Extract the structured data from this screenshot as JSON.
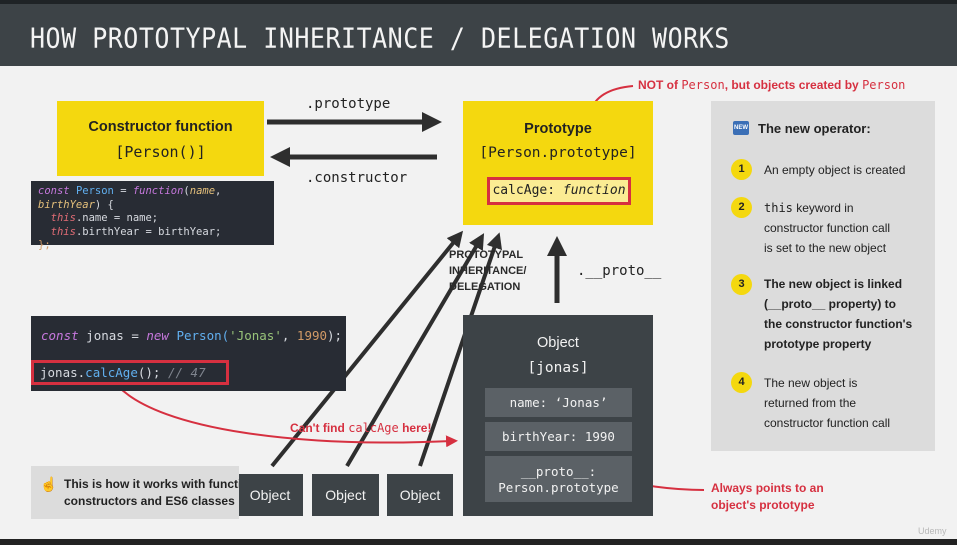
{
  "header": {
    "title": "HOW PROTOTYPAL INHERITANCE / DELEGATION WORKS"
  },
  "constructor_box": {
    "title": "Constructor function",
    "subtitle": "[Person()]"
  },
  "code_constructor": {
    "line1": {
      "kw": "const",
      "name": "Person",
      "eq": " = ",
      "fn": "function",
      "open": "(",
      "p1": "name",
      "comma": ", ",
      "p2": "birthYear",
      "close": ") {"
    },
    "line2": {
      "this": "this",
      "rest": ".name = name;"
    },
    "line3": {
      "this": "this",
      "rest": ".birthYear = birthYear;"
    },
    "line4": "};"
  },
  "arrows": {
    "prototype_label": ".prototype",
    "constructor_label": ".constructor",
    "proto_label": ".__proto__"
  },
  "prototype_box": {
    "title": "Prototype",
    "subtitle": "[Person.prototype]",
    "method": "calcAge:",
    "method_type": " function"
  },
  "note_top": {
    "part1": "NOT of ",
    "code1": "Person",
    "part2": ", but objects created by ",
    "code2": "Person"
  },
  "inheritance_label": {
    "line1": "PROTOTYPAL",
    "line2": "INHERITANCE/",
    "line3": "DELEGATION"
  },
  "code_instance": {
    "line1": {
      "kw": "const",
      "var": " jonas = ",
      "new": "new",
      "cls": " Person(",
      "str": "'Jonas'",
      "comma": ", ",
      "num": "1990",
      "end": ");"
    },
    "line2": {
      "obj": "jonas",
      "dot": ".",
      "method": "calcAge",
      "call": "(); ",
      "comment": "// 47"
    }
  },
  "object_box": {
    "title": "Object",
    "subtitle": "[jonas]",
    "properties": [
      "name: ‘Jonas’",
      "birthYear: 1990"
    ],
    "proto_line1": "__proto__:",
    "proto_line2": "Person.prototype"
  },
  "small_objects": [
    "Object",
    "Object",
    "Object"
  ],
  "cant_find": {
    "part1": "Can't find ",
    "code": "calcAge",
    "part2": " here!"
  },
  "always_points": {
    "line1": "Always points to an",
    "line2": "object's prototype"
  },
  "tip": {
    "icon": "☝",
    "line1": "This is how it works with function",
    "line2": "constructors and ES6 classes"
  },
  "new_operator_panel": {
    "icon": "NEW",
    "title": "The new operator:",
    "steps": [
      {
        "num": "1",
        "lines": [
          "An empty object is created"
        ]
      },
      {
        "num": "2",
        "code": "this",
        "lines": [
          " keyword in",
          "constructor function call",
          "is set to the new object"
        ]
      },
      {
        "num": "3",
        "lines": [
          "The new object is linked",
          "(__proto__ property) to",
          "the constructor function's",
          "prototype property"
        ]
      },
      {
        "num": "4",
        "lines": [
          "The new object is",
          "returned from the",
          "constructor function call"
        ]
      }
    ]
  },
  "watermark": "Udemy",
  "colors": {
    "yellow": "#f4d80f",
    "dark": "#3d4347",
    "red": "#d63040",
    "code_bg": "#282c34"
  }
}
